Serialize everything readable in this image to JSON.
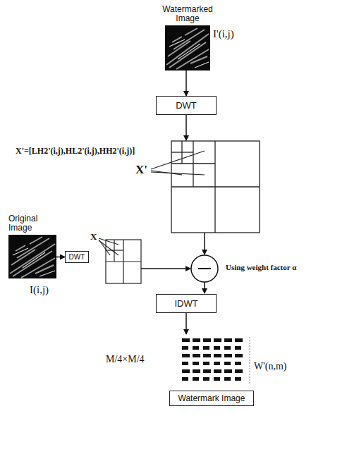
{
  "diagram": {
    "nodes": [
      {
        "text": [
          "Watermarked Image"
        ]
      },
      {
        "text": [
          "DWT"
        ]
      },
      {
        "text": [
          "Original Image"
        ]
      },
      {
        "text": [
          "DWT"
        ]
      },
      {
        "text": [
          "IDWT"
        ]
      },
      {
        "text": [
          "Watermark Image"
        ]
      }
    ],
    "edges": [
      {
        "from": 0,
        "to": 1,
        "arrow": "to"
      },
      {
        "from": 2,
        "to": 3,
        "arrow": "to"
      }
    ],
    "labels": [
      "I'(i,j)",
      "X'=[LH2'(i,j),HL2'(i,j),HH2'(i,j)]",
      "X'",
      "Using weight factor α",
      "I(i,j)",
      "X",
      "M/4×M/4",
      "W'(n,m)"
    ]
  }
}
